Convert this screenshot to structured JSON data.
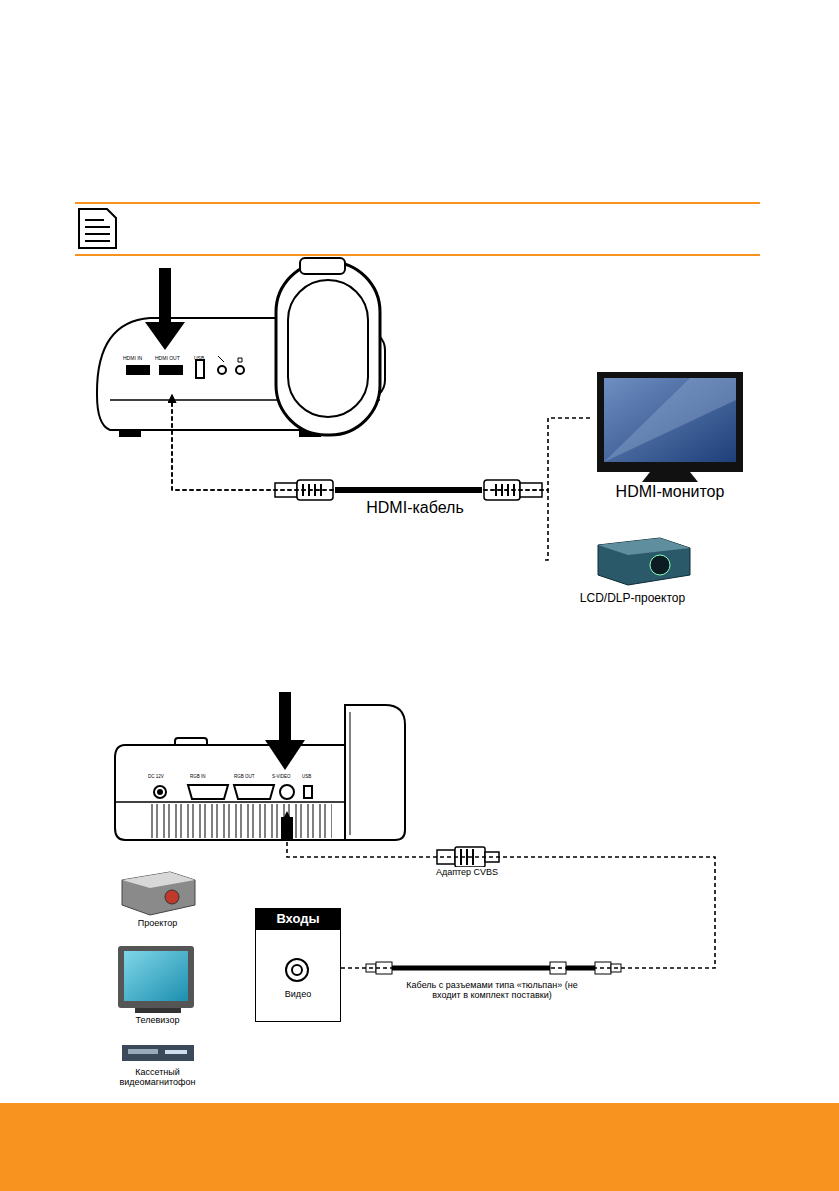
{
  "diagram": {
    "nodes": [
      {
        "text": [
          "HDMI IN",
          "HDMI OUT",
          "USB"
        ]
      },
      {
        "text": [
          "HDMI-монитор"
        ]
      },
      {
        "text": [
          "LCD/DLP-проектор"
        ]
      },
      {
        "text": [
          "DC 12V",
          "RGB IN",
          "RGB OUT",
          "S-VIDEO",
          "USB"
        ]
      },
      {
        "text": [
          "Проектор"
        ]
      },
      {
        "text": [
          "Телевизор"
        ]
      },
      {
        "text": [
          "Кассетный видеомагнитофон"
        ]
      },
      {
        "text": [
          "Входы",
          "Видео"
        ]
      }
    ],
    "edges": [
      {
        "from": 1,
        "to": 0,
        "arrow": "to",
        "label": "HDMI-кабель"
      },
      {
        "from": 2,
        "to": 0,
        "arrow": "to"
      },
      {
        "from": 7,
        "to": 3,
        "arrow": "to",
        "label": "Адаптер CVBS"
      }
    ],
    "labels": [
      "Кабель с разъемами типа «тюльпан» (не входит в комплект поставки)"
    ]
  }
}
